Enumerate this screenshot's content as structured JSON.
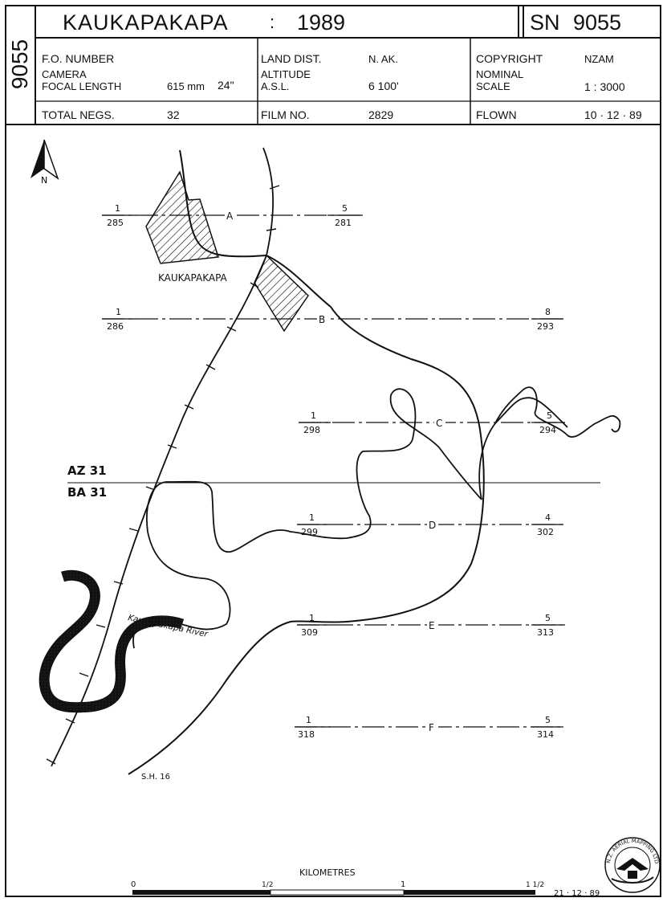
{
  "header": {
    "sheet_number_vertical": "9055",
    "place_name": "KAUKAPAKAPA",
    "colon": ":",
    "year": "1989",
    "sn_label": "SN",
    "sn_value": "9055",
    "fo_number_label": "F.O. NUMBER",
    "camera_label_1": "CAMERA",
    "camera_label_2": "FOCAL LENGTH",
    "focal_length_mm": "615 mm",
    "focal_length_in": "24\"",
    "total_negs_label": "TOTAL NEGS.",
    "total_negs_value": "32",
    "land_dist_label": "LAND DIST.",
    "land_dist_value": "N. AK.",
    "altitude_label_1": "ALTITUDE",
    "altitude_label_2": "A.S.L.",
    "altitude_value": "6 100'",
    "film_no_label": "FILM NO.",
    "film_no_value": "2829",
    "copyright_label": "COPYRIGHT",
    "copyright_value": "NZAM",
    "scale_label_1": "NOMINAL",
    "scale_label_2": "SCALE",
    "scale_value": "1 : 3000",
    "flown_label": "FLOWN",
    "flown_value": "10 · 12 · 89"
  },
  "map": {
    "north_label": "N",
    "town_label": "KAUKAPAKAPA",
    "river_label": "Kaukapakapa River",
    "highway_label": "S.H. 16",
    "grid_labels": [
      "AZ 31",
      "BA 31"
    ],
    "runs": [
      {
        "letter": "A",
        "start_top": "1",
        "start_bottom": "285",
        "end_top": "5",
        "end_bottom": "281"
      },
      {
        "letter": "B",
        "start_top": "1",
        "start_bottom": "286",
        "end_top": "8",
        "end_bottom": "293"
      },
      {
        "letter": "C",
        "start_top": "1",
        "start_bottom": "298",
        "end_top": "5",
        "end_bottom": "294"
      },
      {
        "letter": "D",
        "start_top": "1",
        "start_bottom": "299",
        "end_top": "4",
        "end_bottom": "302"
      },
      {
        "letter": "E",
        "start_top": "1",
        "start_bottom": "309",
        "end_top": "5",
        "end_bottom": "313"
      },
      {
        "letter": "F",
        "start_top": "1",
        "start_bottom": "318",
        "end_top": "5",
        "end_bottom": "314"
      }
    ]
  },
  "scale_bar": {
    "title": "KILOMETRES",
    "ticks": [
      "0",
      "1/2",
      "1",
      "1 1/2"
    ]
  },
  "footer": {
    "date": "21 · 12 · 89",
    "logo_text": "N.Z. AERIAL MAPPING LTD"
  }
}
